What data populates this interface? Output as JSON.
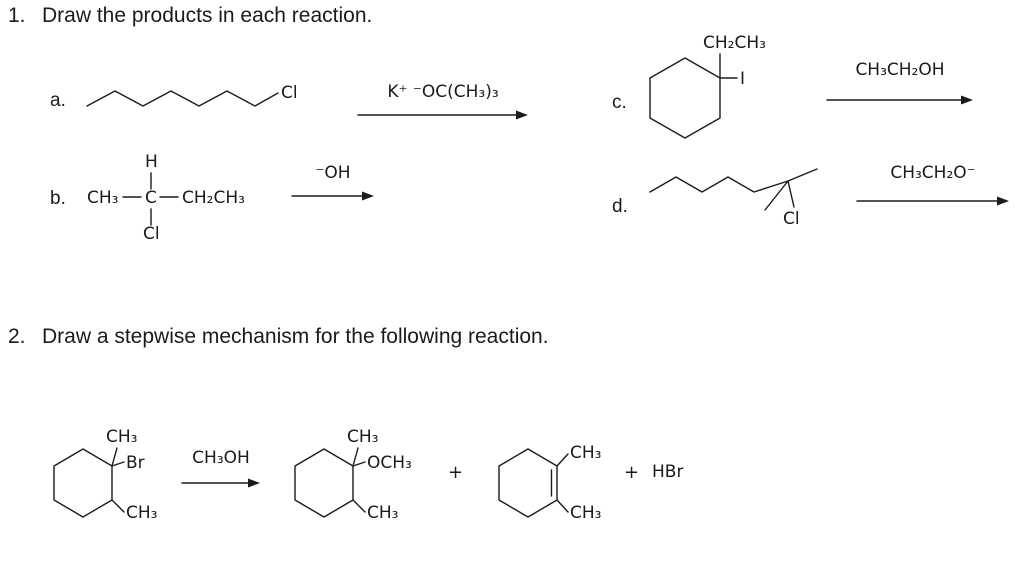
{
  "q1": {
    "number": "1.",
    "prompt": "Draw the products in each reaction.",
    "parts": {
      "a": {
        "label": "a.",
        "chain_end": "Cl",
        "reagent": "K⁺ ⁻OC(CH₃)₃"
      },
      "b": {
        "label": "b.",
        "left_group": "CH₃",
        "center_atom": "C",
        "right_group": "CH₂CH₃",
        "top_atom": "H",
        "bottom_atom": "Cl",
        "reagent": "⁻OH"
      },
      "c": {
        "label": "c.",
        "sub_top": "CH₂CH₃",
        "sub_right": "I",
        "reagent": "CH₃CH₂OH"
      },
      "d": {
        "label": "d.",
        "halide": "Cl",
        "reagent": "CH₃CH₂O⁻"
      }
    }
  },
  "q2": {
    "number": "2.",
    "prompt": "Draw a stepwise mechanism for the following reaction.",
    "reaction": {
      "reactant": {
        "top": "CH₃",
        "right": "Br",
        "bottom": "CH₃"
      },
      "reagent": "CH₃OH",
      "product1": {
        "top": "CH₃",
        "right": "OCH₃",
        "bottom": "CH₃"
      },
      "plus1": "+",
      "product2": {
        "top": "CH₃",
        "bottom": "CH₃"
      },
      "plus2": "+",
      "byproduct": "HBr"
    }
  }
}
